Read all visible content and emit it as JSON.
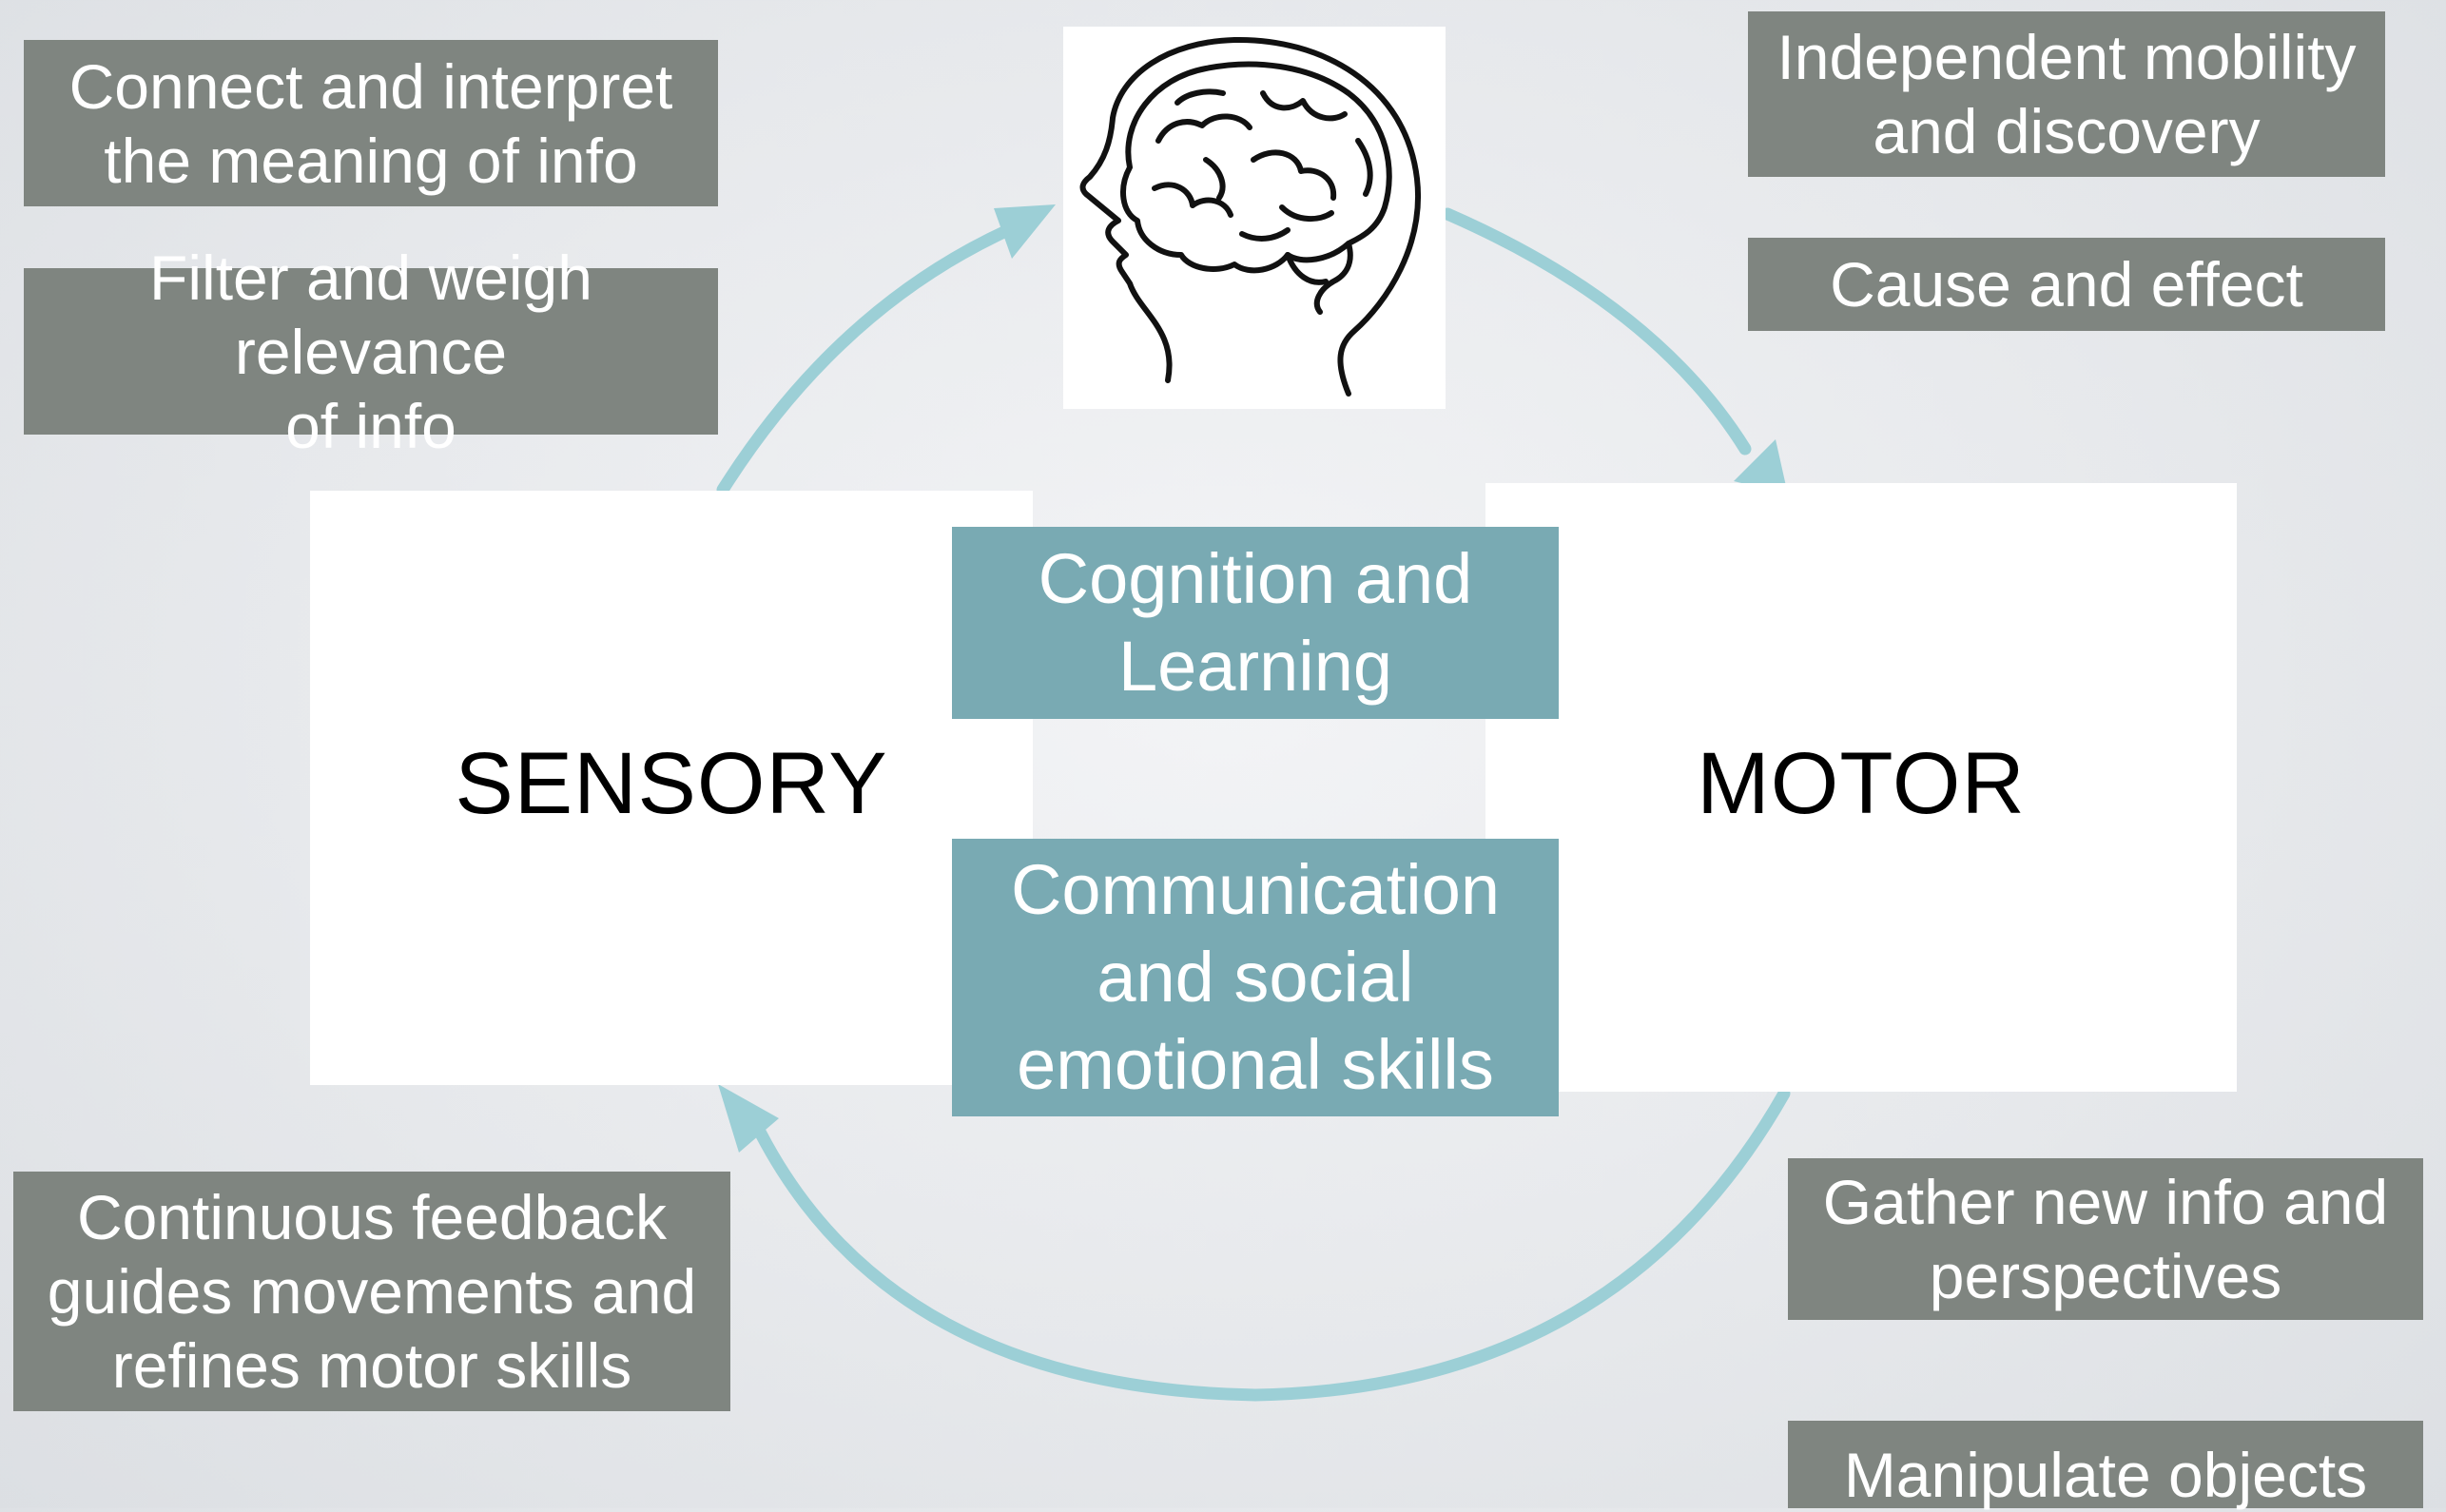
{
  "colors": {
    "gray_box": "#7f8580",
    "teal_box": "#79aab3",
    "cycle_arrow": "#9ccfd6",
    "label_text": "#000000"
  },
  "icons": {
    "brain": "head-with-brain-icon"
  },
  "left_notes": {
    "connect": "Connect and interpret\nthe meaning of info",
    "filter": "Filter and weigh relevance\nof info",
    "feedback": "Continuous feedback\nguides movements and\nrefines motor skills"
  },
  "right_notes": {
    "mobility": "Independent mobility\nand discovery",
    "cause": "Cause and effect",
    "gather": "Gather new info and\nperspectives",
    "manipulate": "Manipulate objects"
  },
  "center": {
    "sensory": "SENSORY",
    "motor": "MOTOR",
    "cognition": "Cognition and\nLearning",
    "communication": "Communication\nand social\nemotional skills"
  }
}
